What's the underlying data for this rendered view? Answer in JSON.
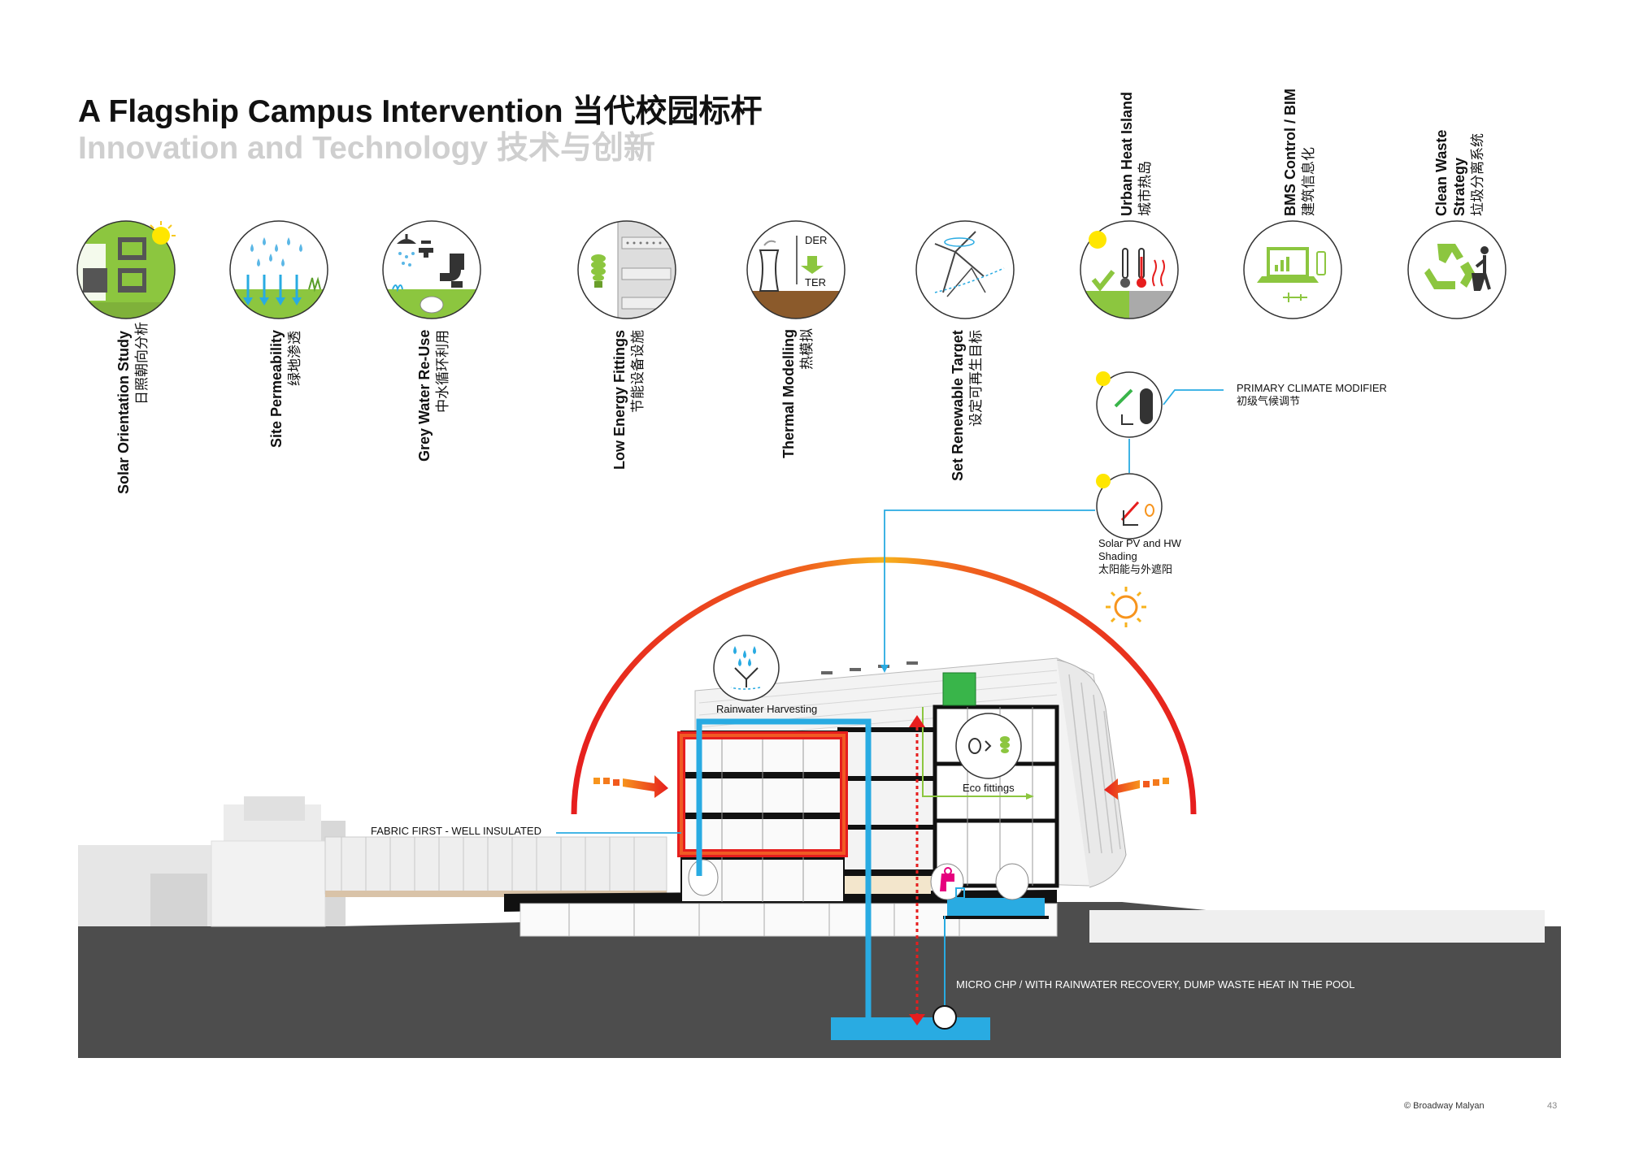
{
  "header": {
    "title": "A Flagship Campus Intervention 当代校园标杆",
    "subtitle": "Innovation and Technology 技术与创新"
  },
  "strategies_row1": [
    {
      "en": "Solar Orientation Study",
      "cn": "日照朝向分析",
      "icon": "solar-orientation-icon"
    },
    {
      "en": "Site Permeability",
      "cn": "绿地渗透",
      "icon": "site-permeability-icon"
    },
    {
      "en": "Grey Water Re-Use",
      "cn": "中水循环利用",
      "icon": "grey-water-icon"
    },
    {
      "en": "Low Energy Fittings",
      "cn": "节能设备设施",
      "icon": "low-energy-bulb-icon"
    },
    {
      "en": "Thermal Modelling",
      "cn": "热模拟",
      "icon": "thermal-modelling-icon",
      "sub_labels": [
        "DER",
        "TER"
      ]
    },
    {
      "en": "Set Renewable Target",
      "cn": "设定可再生目标",
      "icon": "wind-turbine-icon"
    }
  ],
  "strategies_row2": [
    {
      "en": "Urban Heat Island",
      "cn": "城市热岛",
      "icon": "thermometer-icon"
    },
    {
      "en": "BMS Control / BIM",
      "cn": "建筑信息化",
      "icon": "laptop-icon"
    },
    {
      "en_line1": "Clean Waste",
      "en_line2": "Strategy",
      "cn": "垃圾分离系统",
      "icon": "recycle-icon"
    }
  ],
  "callouts": {
    "primary_climate": {
      "en": "PRIMARY CLIMATE MODIFIER",
      "cn": "初级气候调节"
    },
    "solar_pv": {
      "en_line1": "Solar PV and HW",
      "en_line2": "Shading",
      "cn": "太阳能与外遮阳"
    },
    "rainwater": "Rainwater Harvesting",
    "eco": "Eco fittings",
    "fabric": "FABRIC FIRST - WELL INSULATED",
    "chp": "MICRO CHP / WITH RAINWATER RECOVERY, DUMP WASTE HEAT IN THE POOL"
  },
  "footer": {
    "copyright": "© Broadway Malyan",
    "page": "43"
  },
  "colors": {
    "green": "#8cc63f",
    "blue": "#29abe2",
    "red": "#e61e1e",
    "orange": "#f7941d",
    "ground": "#4d4d4d",
    "brown": "#8b5a2b"
  }
}
